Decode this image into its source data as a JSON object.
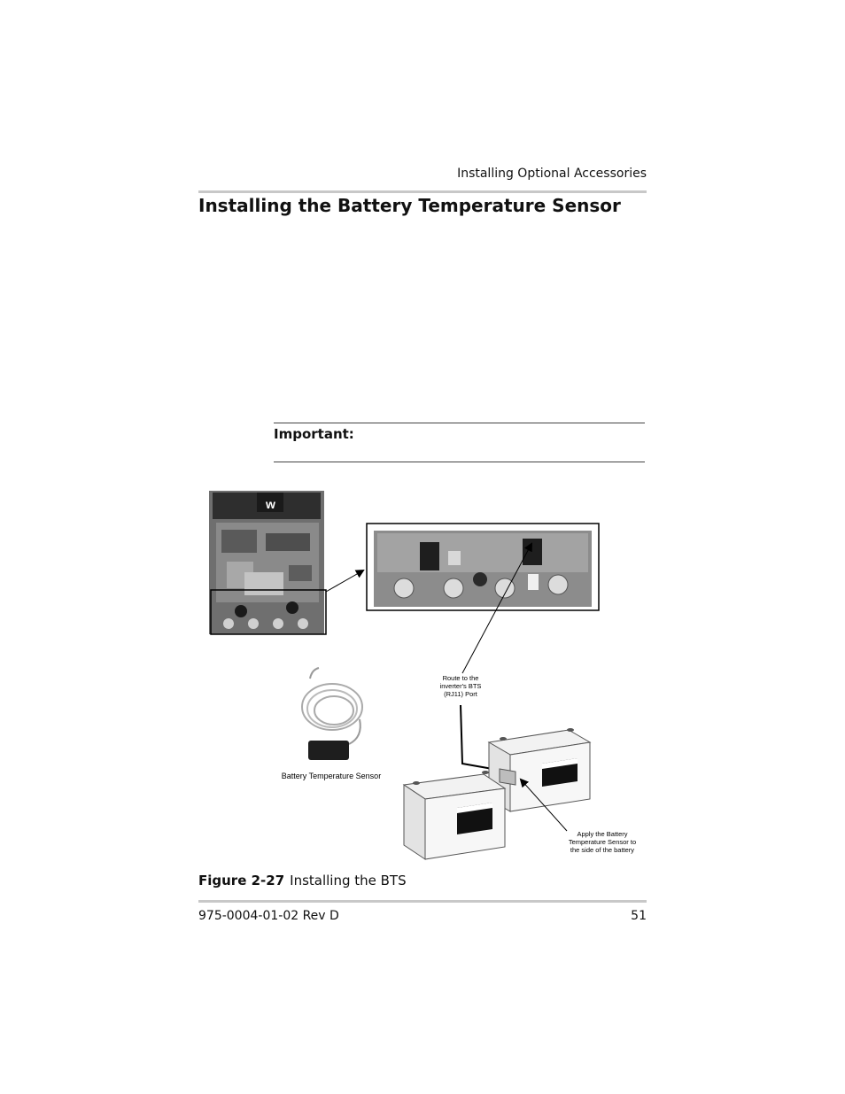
{
  "header": {
    "running_title": "Installing Optional Accessories"
  },
  "section": {
    "title": "Installing the Battery Temperature Sensor"
  },
  "note": {
    "label": "Important:"
  },
  "figure": {
    "caption_number": "Figure 2-27",
    "caption_text": "Installing the BTS",
    "callouts": {
      "route_line1": "Route to the",
      "route_line2": "inverter's BTS",
      "route_line3": "(RJ11) Port",
      "sensor_label": "Battery Temperature Sensor",
      "apply_line1": "Apply the Battery",
      "apply_line2": "Temperature Sensor to",
      "apply_line3": "the side of the battery"
    }
  },
  "footer": {
    "doc_number": "975-0004-01-02 Rev D",
    "page_number": "51"
  }
}
